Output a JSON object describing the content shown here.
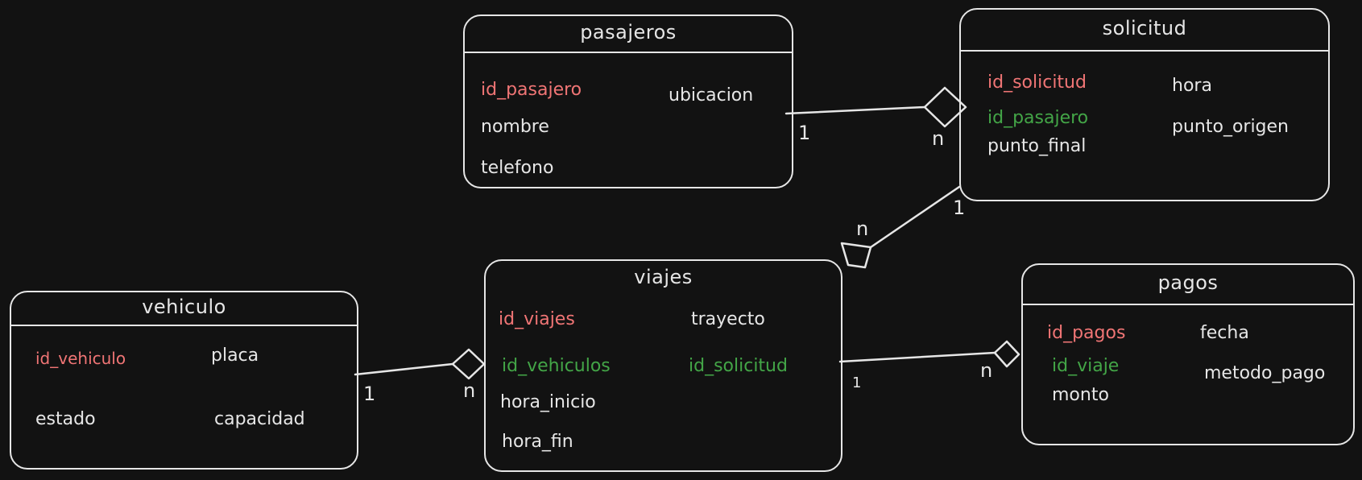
{
  "colors": {
    "background": "#121212",
    "stroke": "#e6e6e6",
    "primary_key": "#f07575",
    "foreign_key": "#43a547"
  },
  "entities": {
    "pasajeros": {
      "title": "pasajeros",
      "attributes": [
        "id_pasajero",
        "ubicacion",
        "nombre",
        "telefono"
      ]
    },
    "solicitud": {
      "title": "solicitud",
      "attributes": [
        "id_solicitud",
        "hora",
        "id_pasajero",
        "punto_origen",
        "punto_final"
      ]
    },
    "vehiculo": {
      "title": "vehiculo",
      "attributes": [
        "id_vehiculo",
        "placa",
        "estado",
        "capacidad"
      ]
    },
    "viajes": {
      "title": "viajes",
      "attributes": [
        "id_viajes",
        "trayecto",
        "id_vehiculos",
        "id_solicitud",
        "hora_inicio",
        "hora_fin"
      ]
    },
    "pagos": {
      "title": "pagos",
      "attributes": [
        "id_pagos",
        "fecha",
        "id_viaje",
        "metodo_pago",
        "monto"
      ]
    }
  },
  "relationships": {
    "pasajeros_solicitud": {
      "one": "1",
      "many": "n"
    },
    "solicitud_viajes": {
      "one": "1",
      "many": "n"
    },
    "vehiculo_viajes": {
      "one": "1",
      "many": "n"
    },
    "viajes_pagos": {
      "one": "1",
      "many": "n"
    }
  }
}
